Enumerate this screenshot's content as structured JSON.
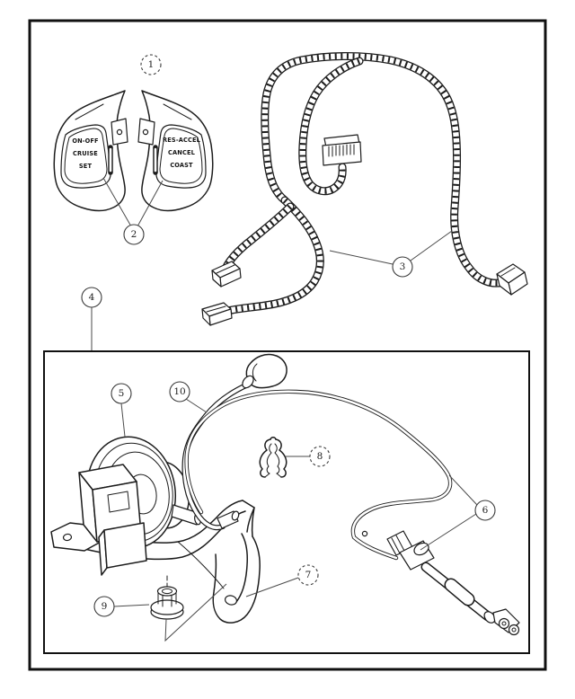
{
  "figure": {
    "colors": {
      "line": "#1c1c1c",
      "background": "#ffffff"
    }
  },
  "callouts": [
    {
      "number": "1"
    },
    {
      "number": "2"
    },
    {
      "number": "3"
    },
    {
      "number": "4"
    },
    {
      "number": "5"
    },
    {
      "number": "6"
    },
    {
      "number": "7"
    },
    {
      "number": "8"
    },
    {
      "number": "9"
    },
    {
      "number": "10"
    }
  ],
  "switch_labels": {
    "left": [
      "ON-OFF",
      "CRUISE",
      "SET"
    ],
    "right": [
      "RES-ACCEL",
      "CANCEL",
      "COAST"
    ]
  }
}
